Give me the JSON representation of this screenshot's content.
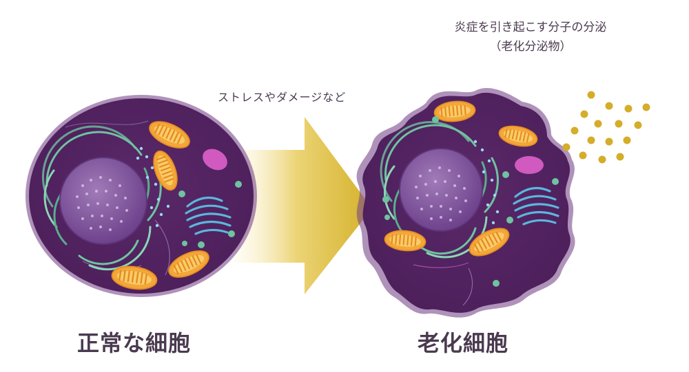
{
  "labels": {
    "normal_cell": "正常な細胞",
    "aged_cell": "老化細胞",
    "stress": "ストレスやダメージなど",
    "secretion_line1": "炎症を引き起こす分子の分泌",
    "secretion_line2": "（老化分泌物）"
  },
  "colors": {
    "cytoplasm": "#5d2a6c",
    "cell_edge": "#7a4a8c",
    "nucleus": "#7a4d97",
    "er": "#6fc3a0",
    "golgi": "#5ab7dd",
    "mitochondria": "#f3a73a",
    "vacuole": "#d05ac0",
    "arrow": "#d4b12a",
    "secretion_dots": "#d4ad2a",
    "text": "#4a3a4f"
  }
}
